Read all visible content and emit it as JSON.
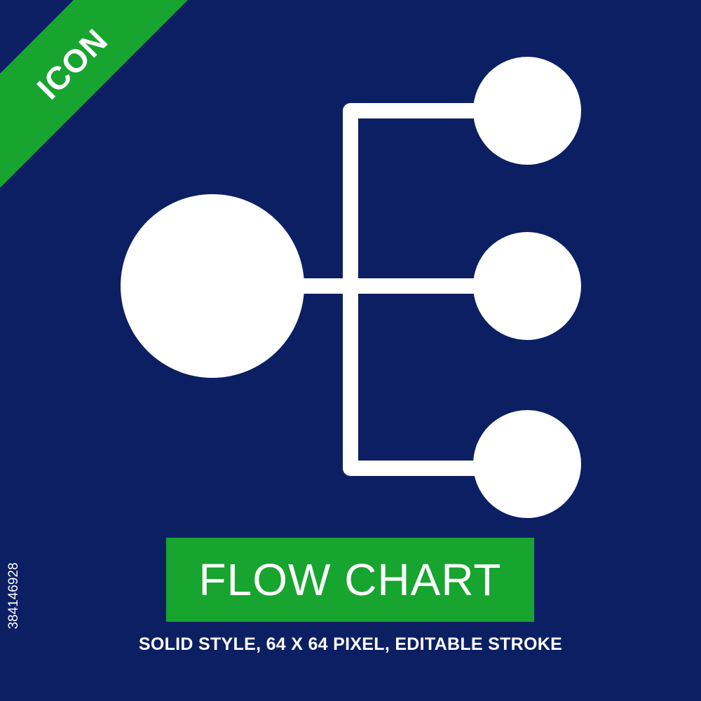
{
  "badge": {
    "label": "ICON",
    "color": "#17a42f"
  },
  "icon": {
    "name": "flow-chart-icon",
    "color": "#ffffff"
  },
  "title": {
    "text": "FLOW CHART",
    "background": "#17a42f"
  },
  "subtitle": "SOLID STYLE, 64 X 64 PIXEL, EDITABLE STROKE",
  "stock_id": "384146928",
  "colors": {
    "background": "#0c1f63",
    "accent": "#17a42f",
    "foreground": "#ffffff"
  }
}
